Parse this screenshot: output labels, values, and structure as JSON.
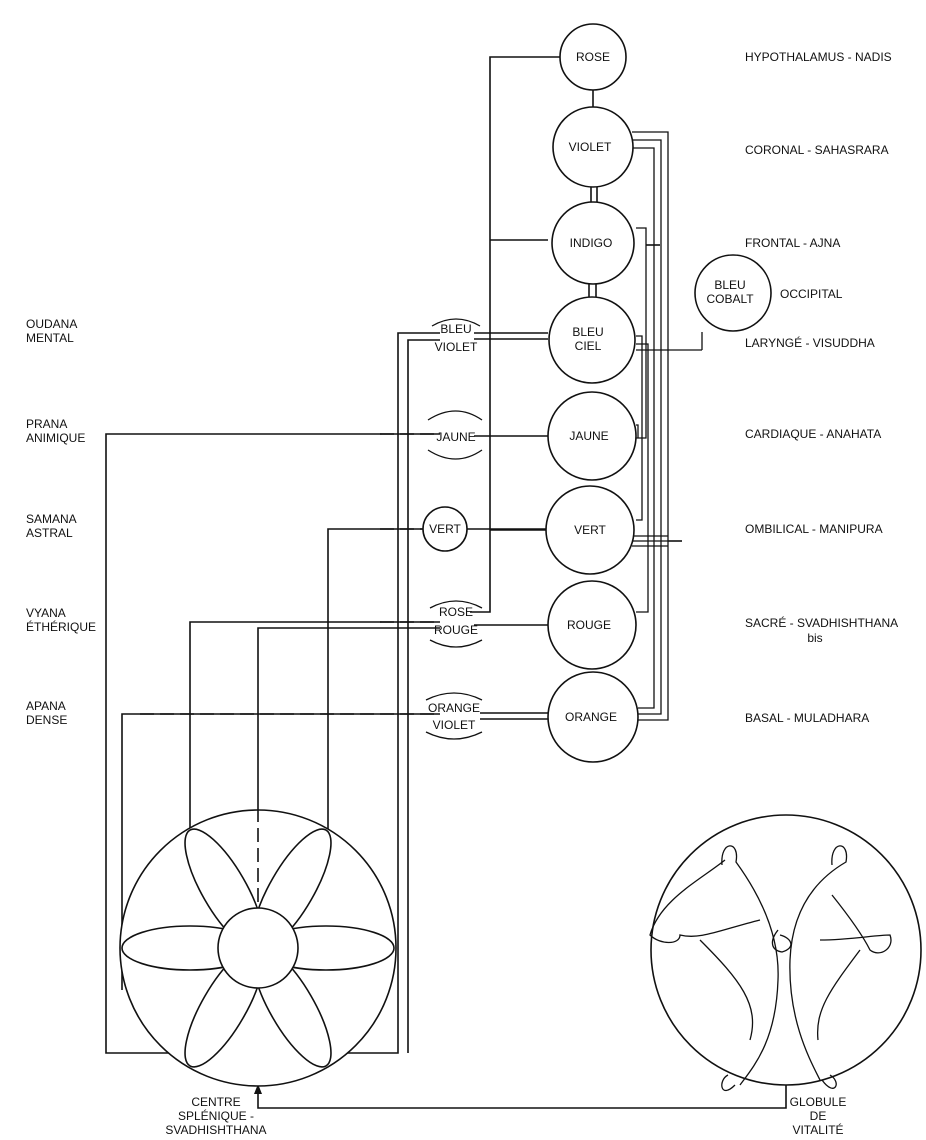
{
  "chakras": [
    {
      "id": "rose",
      "lines": [
        "ROSE"
      ],
      "center": "HYPOTHALAMUS - NADIS"
    },
    {
      "id": "violet",
      "lines": [
        "VIOLET"
      ],
      "center": "CORONAL - SAHASRARA"
    },
    {
      "id": "indigo",
      "lines": [
        "INDIGO"
      ],
      "center": "FRONTAL - AJNA"
    },
    {
      "id": "bleu-ciel",
      "lines": [
        "BLEU",
        "CIEL"
      ],
      "center": "LARYNGÉ - VISUDDHA"
    },
    {
      "id": "jaune",
      "lines": [
        "JAUNE"
      ],
      "center": "CARDIAQUE - ANAHATA"
    },
    {
      "id": "vert",
      "lines": [
        "VERT"
      ],
      "center": "OMBILICAL - MANIPURA"
    },
    {
      "id": "rouge",
      "lines": [
        "ROUGE"
      ],
      "center": "SACRÉ - SVADHISHTHANA",
      "center_line2": "bis"
    },
    {
      "id": "orange",
      "lines": [
        "ORANGE"
      ],
      "center": "BASAL - MULADHARA"
    }
  ],
  "occipital": {
    "lines": [
      "BLEU",
      "COBALT"
    ],
    "label": "OCCIPITAL"
  },
  "pranas": [
    {
      "id": "oudana",
      "line1": "OUDANA",
      "line2": "MENTAL"
    },
    {
      "id": "prana",
      "line1": "PRANA",
      "line2": "ANIMIQUE"
    },
    {
      "id": "samana",
      "line1": "SAMANA",
      "line2": "ASTRAL"
    },
    {
      "id": "vyana",
      "line1": "VYANA",
      "line2": "ÉTHÉRIQUE"
    },
    {
      "id": "apana",
      "line1": "APANA",
      "line2": "DENSE"
    }
  ],
  "rays": [
    {
      "id": "bleu-violet",
      "top": "BLEU",
      "bottom": "VIOLET"
    },
    {
      "id": "jaune",
      "single": "JAUNE"
    },
    {
      "id": "vert",
      "single": "VERT"
    },
    {
      "id": "rose-rouge",
      "top": "ROSE",
      "bottom": "ROUGE"
    },
    {
      "id": "orange-violet",
      "top": "ORANGE",
      "bottom": "VIOLET"
    }
  ],
  "spleen": {
    "line1": "CENTRE",
    "line2": "SPLÉNIQUE -",
    "line3": "SVADHISHTHANA"
  },
  "globule": {
    "line1": "GLOBULE",
    "line2": "DE",
    "line3": "VITALITÉ"
  }
}
